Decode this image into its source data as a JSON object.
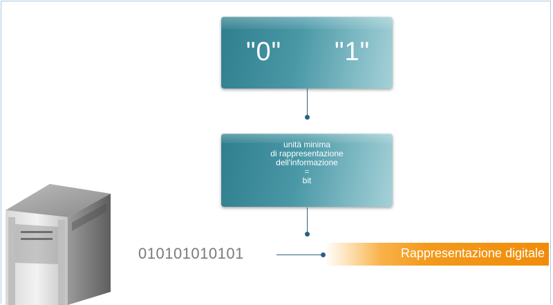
{
  "top_box": {
    "zero": "\"0\"",
    "one": "\"1\""
  },
  "middle_box": {
    "lines": [
      "unità minima",
      "di rappresentazione",
      "dell'informazione",
      "=",
      "bit"
    ]
  },
  "binary_string": "010101010101",
  "banner_label": "Rappresentazione digitale",
  "colors": {
    "box": "#4a98a6",
    "connector": "#2c5f80",
    "banner": "#f39a1c",
    "binary_text": "#7a7a7a"
  },
  "icons": [
    "computer-tower-icon"
  ]
}
